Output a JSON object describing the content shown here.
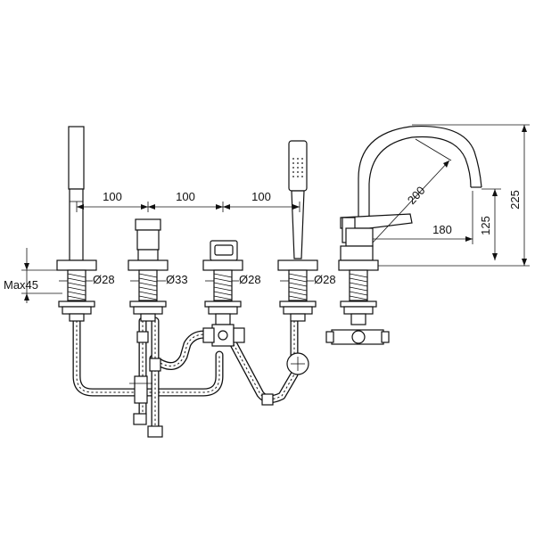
{
  "dimensions": {
    "spacing_1": "100",
    "spacing_2": "100",
    "spacing_3": "100",
    "max_deck": "Max45",
    "dia_hand_shower": "Ø28",
    "dia_mixer": "Ø33",
    "dia_diverter": "Ø28",
    "dia_shower_head": "Ø28",
    "spout_reach": "200",
    "spout_projection": "180",
    "spout_height": "125",
    "total_height": "225"
  }
}
